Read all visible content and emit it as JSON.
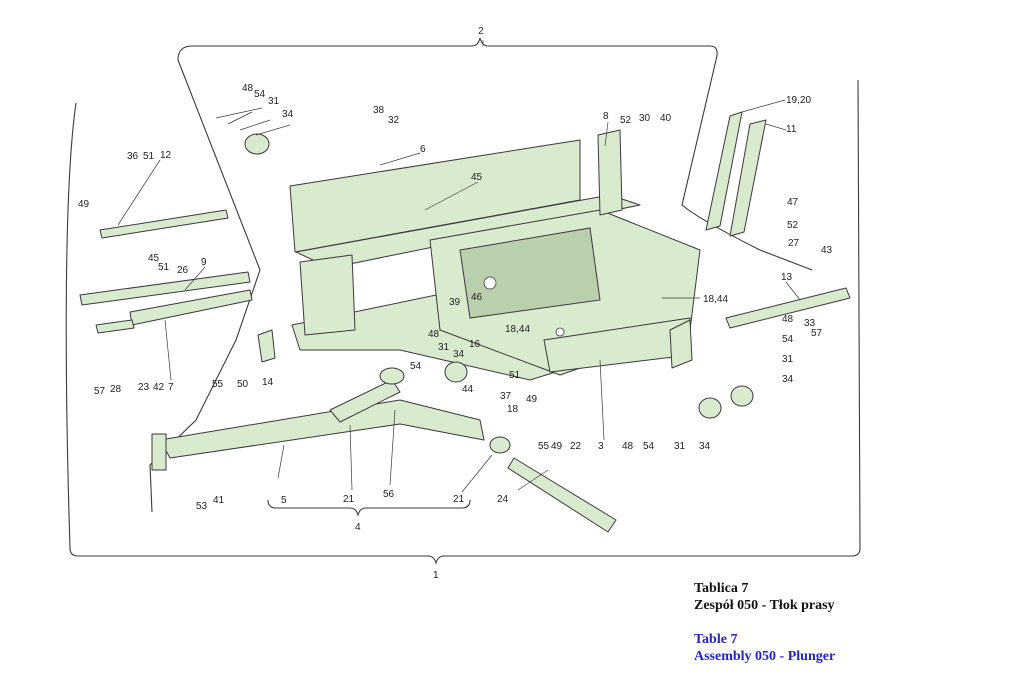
{
  "caption": {
    "pl_line1": "Tablica 7",
    "pl_line2": "Zespół 050 - Tłok prasy",
    "en_line1": "Table 7",
    "en_line2": "Assembly 050 - Plunger"
  },
  "colors": {
    "part_fill": "#d9ebcf",
    "caption_en": "#2323c8",
    "caption_pl": "#111111"
  },
  "labels": {
    "p1": "1",
    "p2": "2",
    "p3": "3",
    "p4": "4",
    "p5": "5",
    "p6": "6",
    "p7": "7",
    "p8": "8",
    "p9": "9",
    "p11": "11",
    "p12": "12",
    "p13": "13",
    "p14": "14",
    "p16": "16",
    "p18": "18",
    "p18_44a": "18,44",
    "p18_44b": "18,44",
    "p19_20": "19,20",
    "p21a": "21",
    "p21b": "21",
    "p22": "22",
    "p23": "23",
    "p24": "24",
    "p26": "26",
    "p27": "27",
    "p28": "28",
    "p30": "30",
    "p31a": "31",
    "p31b": "31",
    "p31c": "31",
    "p31d": "31",
    "p32": "32",
    "p33": "33",
    "p34a": "34",
    "p34b": "34",
    "p34c": "34",
    "p34d": "34",
    "p36": "36",
    "p37": "37",
    "p38": "38",
    "p39": "39",
    "p40": "40",
    "p41": "41",
    "p42": "42",
    "p43": "43",
    "p44": "44",
    "p45a": "45",
    "p45b": "45",
    "p46": "46",
    "p47": "47",
    "p48a": "48",
    "p48b": "48",
    "p48c": "48",
    "p48d": "48",
    "p49a": "49",
    "p49b": "49",
    "p49c": "49",
    "p50": "50",
    "p51a": "51",
    "p51b": "51",
    "p51c": "51",
    "p52a": "52",
    "p52b": "52",
    "p53": "53",
    "p54a": "54",
    "p54b": "54",
    "p54c": "54",
    "p54d": "54",
    "p55a": "55",
    "p55b": "55",
    "p56": "56",
    "p57a": "57",
    "p57b": "57"
  }
}
